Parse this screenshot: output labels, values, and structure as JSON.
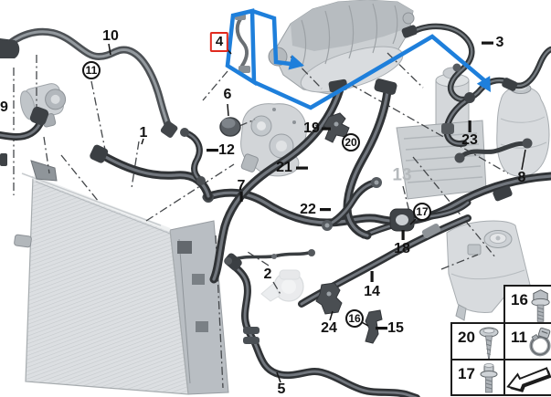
{
  "diagram": {
    "type": "parts-diagram",
    "subject": "Engine cooling system coolant hoses with numbered part callouts",
    "selected_part_number": "4",
    "colors": {
      "highlight_blue": "#1e7fdb",
      "selection_box_red": "#e02a1e",
      "ghost_label_gray": "#b5b9bc"
    },
    "labels": [
      {
        "text": "1",
        "style": "plain"
      },
      {
        "text": "2",
        "style": "plain"
      },
      {
        "text": "3",
        "style": "plain"
      },
      {
        "text": "4",
        "style": "boxed-red-selected"
      },
      {
        "text": "5",
        "style": "plain"
      },
      {
        "text": "6",
        "style": "plain"
      },
      {
        "text": "7",
        "style": "plain"
      },
      {
        "text": "8",
        "style": "plain"
      },
      {
        "text": "9",
        "style": "plain"
      },
      {
        "text": "10",
        "style": "plain"
      },
      {
        "text": "11",
        "style": "circled"
      },
      {
        "text": "12",
        "style": "plain"
      },
      {
        "text": "13",
        "style": "ghost-gray"
      },
      {
        "text": "14",
        "style": "plain"
      },
      {
        "text": "15",
        "style": "plain"
      },
      {
        "text": "16",
        "style": "circled"
      },
      {
        "text": "17",
        "style": "circled"
      },
      {
        "text": "18",
        "style": "plain"
      },
      {
        "text": "19",
        "style": "plain"
      },
      {
        "text": "20",
        "style": "circled"
      },
      {
        "text": "21",
        "style": "plain"
      },
      {
        "text": "22",
        "style": "plain"
      },
      {
        "text": "23",
        "style": "plain"
      },
      {
        "text": "24",
        "style": "plain"
      }
    ],
    "hardware_legend": {
      "cells": [
        {
          "num": "16",
          "icon": "hex-flange-bolt"
        },
        {
          "num": "20",
          "icon": "pan-head-screw"
        },
        {
          "num": "11",
          "icon": "hose-clamp"
        },
        {
          "num": "17",
          "icon": "torx-bolt"
        },
        {
          "num": "",
          "icon": "direction-arrow"
        }
      ]
    }
  }
}
